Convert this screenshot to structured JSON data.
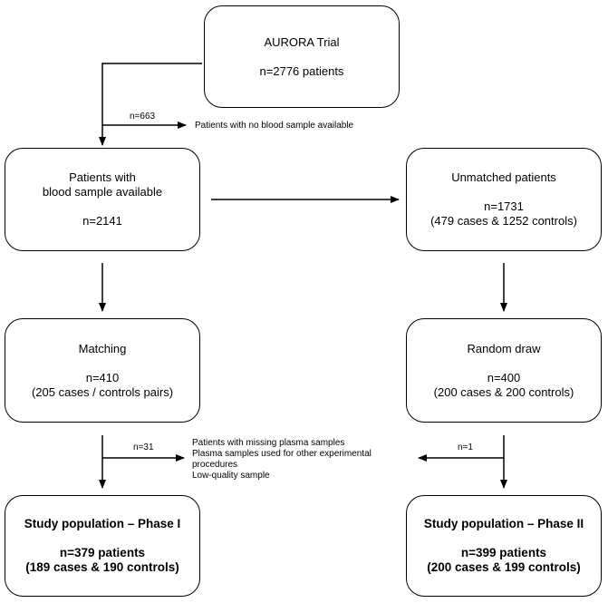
{
  "boxes": {
    "aurora": {
      "title": "AURORA Trial",
      "count": "n=2776 patients"
    },
    "blood": {
      "line1": "Patients with",
      "line2": "blood sample available",
      "count": "n=2141"
    },
    "unmatched": {
      "title": "Unmatched patients",
      "count": "n=1731",
      "detail": "(479 cases & 1252 controls)"
    },
    "matching": {
      "title": "Matching",
      "count": "n=410",
      "detail": "(205 cases / controls pairs)"
    },
    "random": {
      "title": "Random draw",
      "count": "n=400",
      "detail": "(200 cases & 200 controls)"
    },
    "phase1": {
      "title": "Study population – Phase I",
      "count": "n=379 patients",
      "detail": "(189 cases & 190 controls)"
    },
    "phase2": {
      "title": "Study population – Phase II",
      "count": "n=399 patients",
      "detail": "(200 cases & 199 controls)"
    }
  },
  "exclusions": {
    "no_blood": {
      "n": "n=663",
      "label": "Patients with no blood sample available"
    },
    "phase1_exclusion": {
      "n": "n=31"
    },
    "phase2_exclusion": {
      "n": "n=1"
    },
    "reasons": [
      "Patients with missing plasma samples",
      "Plasma samples used for other experimental",
      "procedures",
      "Low-quality sample"
    ]
  },
  "colors": {
    "line": "#000000",
    "box_border": "#000000",
    "background": "#ffffff"
  }
}
